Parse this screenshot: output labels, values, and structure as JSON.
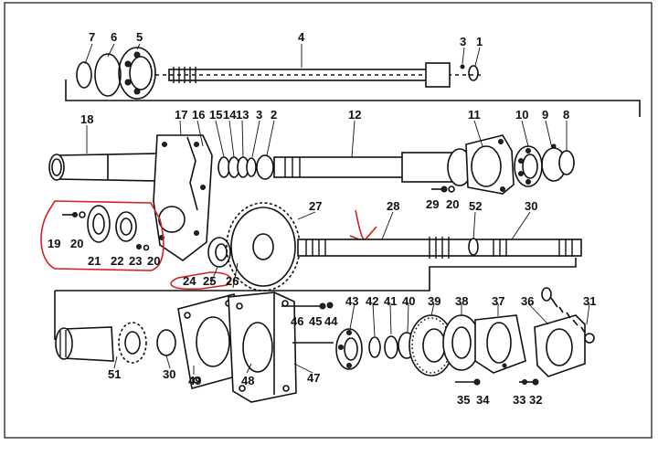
{
  "labels": {
    "p1": "1",
    "p2": "2",
    "p3a": "3",
    "p3b": "3",
    "p4": "4",
    "p5": "5",
    "p6": "6",
    "p7": "7",
    "p8": "8",
    "p9": "9",
    "p10": "10",
    "p11": "11",
    "p12": "12",
    "p13": "13",
    "p14": "14",
    "p15": "15",
    "p16": "16",
    "p17": "17",
    "p18": "18",
    "p19": "19",
    "p20a": "20",
    "p20b": "20",
    "p20c": "20",
    "p21": "21",
    "p22": "22",
    "p23": "23",
    "p24": "24",
    "p25": "25",
    "p26": "26",
    "p27": "27",
    "p28": "28",
    "p29": "29",
    "p30a": "30",
    "p30b": "30",
    "p31": "31",
    "p32": "32",
    "p33": "33",
    "p34": "34",
    "p35": "35",
    "p36": "36",
    "p37": "37",
    "p38": "38",
    "p39": "39",
    "p40": "40",
    "p41": "41",
    "p42": "42",
    "p43": "43",
    "p44": "44",
    "p45": "45",
    "p46": "46",
    "p47": "47",
    "p48": "48",
    "p49": "49",
    "p51": "51",
    "p52": "52"
  },
  "colors": {
    "ink": "#111111",
    "annotation": "#d42020",
    "paper": "#ffffff"
  }
}
